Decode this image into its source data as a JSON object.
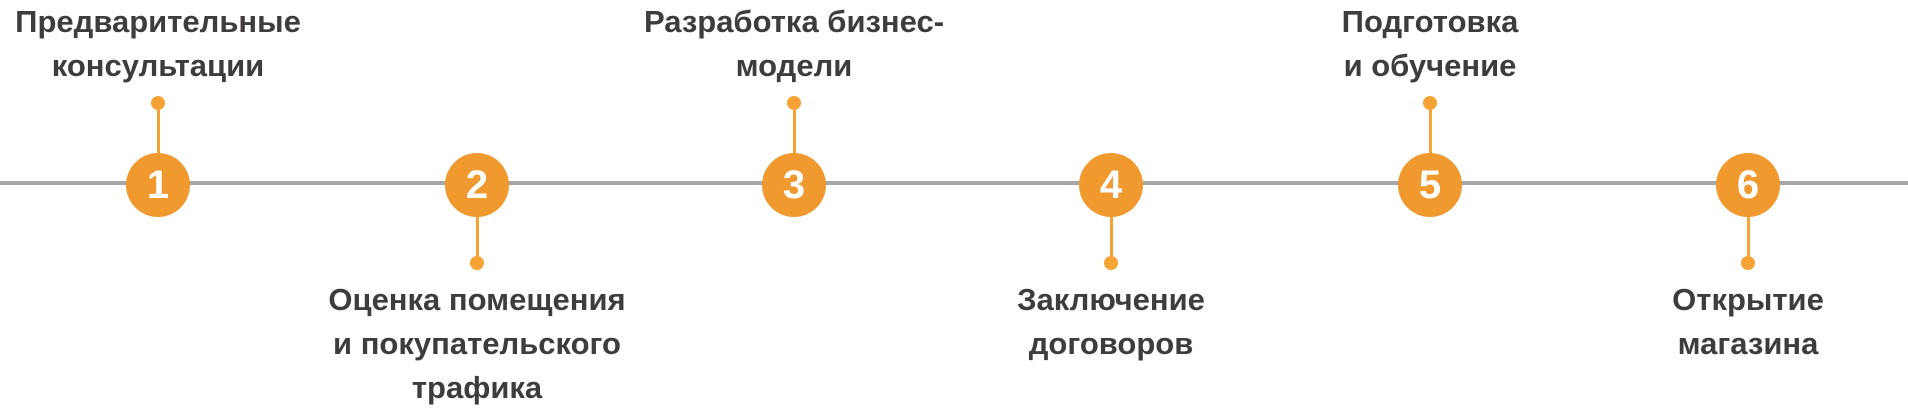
{
  "timeline": {
    "type": "horizontal-process-timeline",
    "colors": {
      "accent_orange": "#f0992e",
      "connector_orange": "#f6a335",
      "baseline_gray": "#a6a6a6",
      "label_text": "#3e3d3c",
      "number_text": "#ffffff",
      "background": "#ffffff"
    },
    "steps": [
      {
        "number": "1",
        "label": "Предварительные\nконсультации",
        "label_position": "above"
      },
      {
        "number": "2",
        "label": "Оценка помещения\nи покупательского\nтрафика",
        "label_position": "below"
      },
      {
        "number": "3",
        "label": "Разработка бизнес-\nмодели",
        "label_position": "above"
      },
      {
        "number": "4",
        "label": "Заключение\nдоговоров",
        "label_position": "below"
      },
      {
        "number": "5",
        "label": "Подготовка\nи обучение",
        "label_position": "above"
      },
      {
        "number": "6",
        "label": "Открытие\nмагазина",
        "label_position": "below"
      }
    ]
  }
}
